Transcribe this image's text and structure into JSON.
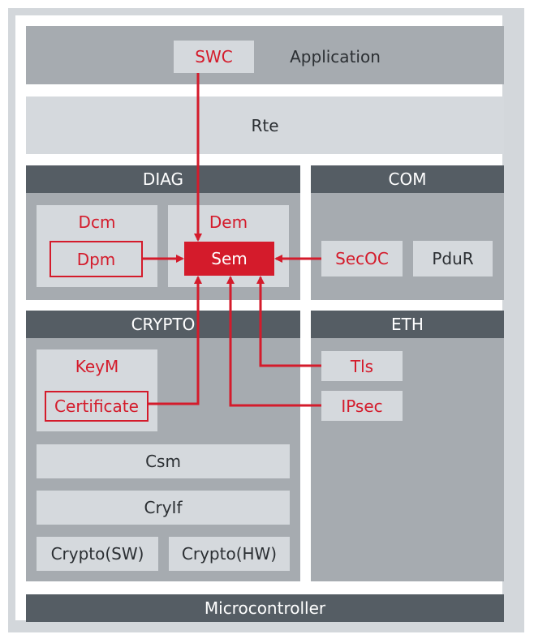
{
  "layers": {
    "application": "Application",
    "rte": "Rte",
    "microcontroller": "Microcontroller"
  },
  "groups": {
    "diag": "DIAG",
    "com": "COM",
    "crypto": "CRYPTO",
    "eth": "ETH"
  },
  "modules": {
    "swc": "SWC",
    "dcm": "Dcm",
    "dpm": "Dpm",
    "dem": "Dem",
    "sem": "Sem",
    "secoc": "SecOC",
    "pdur": "PduR",
    "keym": "KeyM",
    "certificate": "Certificate",
    "csm": "Csm",
    "cryif": "CryIf",
    "crypto_sw": "Crypto(SW)",
    "crypto_hw": "Crypto(HW)",
    "tls": "Tls",
    "ipsec": "IPsec"
  },
  "colors": {
    "accent_red": "#d41b2b",
    "dark_header": "#555d64",
    "layer_grey": "#a6abb0",
    "module_light": "#d5d9dd"
  }
}
